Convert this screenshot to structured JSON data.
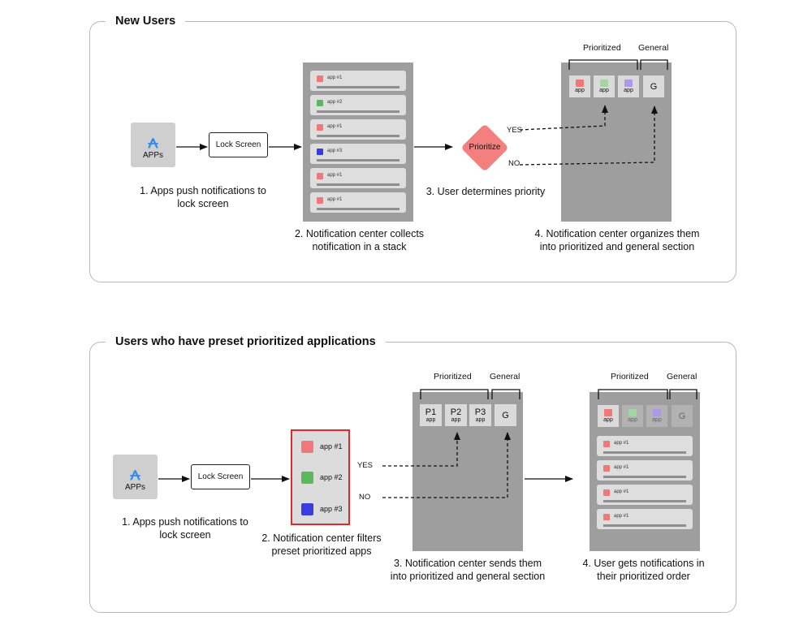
{
  "section1": {
    "title": "New Users",
    "apps_icon": {
      "label": "APPs",
      "icon": "app-store-icon"
    },
    "lock_screen": "Lock Screen",
    "step1": [
      "1. Apps push notifications to",
      "lock screen"
    ],
    "stack_cards": [
      {
        "label": "app #1",
        "color": "#f07878"
      },
      {
        "label": "app #2",
        "color": "#5cb85c"
      },
      {
        "label": "app #1",
        "color": "#f07878"
      },
      {
        "label": "app #3",
        "color": "#3b3be0"
      },
      {
        "label": "app #1",
        "color": "#f07878"
      },
      {
        "label": "app #1",
        "color": "#f07878"
      }
    ],
    "step2": [
      "2. Notification center collects",
      "notification in a stack"
    ],
    "decision": "Prioritize",
    "yes": "YES",
    "no": "NO",
    "step3": "3. User determines priority",
    "prioritized_label": "Prioritized",
    "general_label": "General",
    "tiles": [
      {
        "label": "app",
        "color": "#f07878"
      },
      {
        "label": "app",
        "color": "#a3d6a3"
      },
      {
        "label": "app",
        "color": "#a99be8"
      }
    ],
    "general_tile": "G",
    "step4": [
      "4. Notification center organizes them",
      "into prioritized and general section"
    ]
  },
  "section2": {
    "title": "Users who have preset prioritized applications",
    "apps_icon": {
      "label": "APPs",
      "icon": "app-store-icon"
    },
    "lock_screen": "Lock Screen",
    "step1": [
      "1. Apps push notifications to",
      "lock screen"
    ],
    "filter_items": [
      {
        "label": "app #1",
        "color": "#f07878"
      },
      {
        "label": "app #2",
        "color": "#5cb85c"
      },
      {
        "label": "app #3",
        "color": "#3b3be0"
      }
    ],
    "step2": [
      "2. Notification center filters",
      "preset prioritized apps"
    ],
    "yes": "YES",
    "no": "NO",
    "prioritized_label": "Prioritized",
    "general_label": "General",
    "p_tiles": [
      {
        "title": "P1",
        "sub": "app"
      },
      {
        "title": "P2",
        "sub": "app"
      },
      {
        "title": "P3",
        "sub": "app"
      }
    ],
    "general_tile": "G",
    "step3": [
      "3. Notification center sends them",
      "into prioritized and general section"
    ],
    "final_prioritized_label": "Prioritized",
    "final_general_label": "General",
    "final_tiles": [
      {
        "label": "app",
        "color": "#f07878"
      },
      {
        "label": "app",
        "color": "#a3d6a3"
      },
      {
        "label": "app",
        "color": "#a99be8"
      }
    ],
    "final_general_tile": "G",
    "final_cards": [
      {
        "label": "app #1",
        "color": "#f07878"
      },
      {
        "label": "app #1",
        "color": "#f07878"
      },
      {
        "label": "app #1",
        "color": "#f07878"
      },
      {
        "label": "app #1",
        "color": "#f07878"
      }
    ],
    "step4": [
      "4. User gets notifications in",
      "their prioritized order"
    ]
  }
}
